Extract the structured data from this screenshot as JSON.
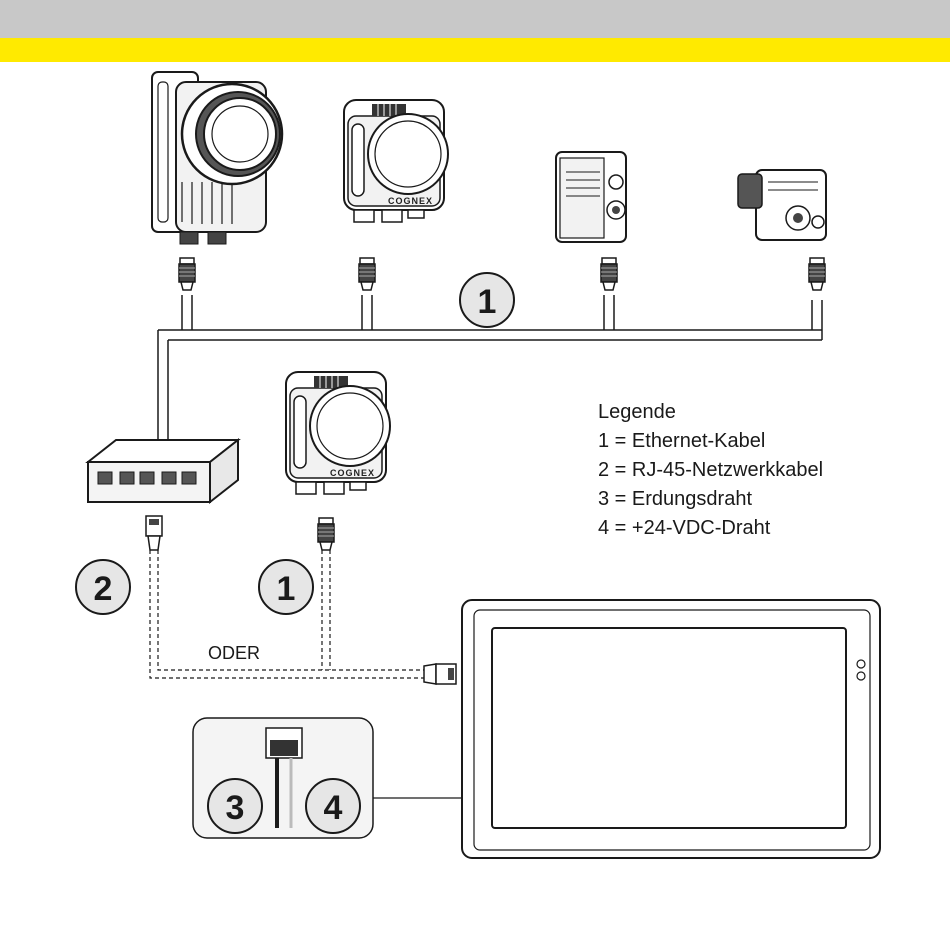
{
  "colors": {
    "top_bar_gray": "#c8c8c8",
    "top_bar_yellow": "#ffea00",
    "outline": "#1a1a1a",
    "cable_fill": "#d9d9d9",
    "callout_fill": "#e6e6e6"
  },
  "legend": {
    "title": "Legende",
    "items": [
      "1 = Ethernet-Kabel",
      "2 = RJ-45-Netzwerkkabel",
      "3 = Erdungsdraht",
      "4 = +24-VDC-Draht"
    ]
  },
  "callouts": {
    "ethernet_top": "1",
    "network_cable": "2",
    "ethernet_bottom": "1",
    "ground_wire": "3",
    "power_wire": "4"
  },
  "labels": {
    "or": "ODER",
    "brand": "COGNEX"
  },
  "icons": [
    "camera-icon",
    "switch-icon",
    "rj45-plug-icon",
    "m12-connector-icon",
    "touch-panel-icon",
    "terminal-block-icon"
  ]
}
